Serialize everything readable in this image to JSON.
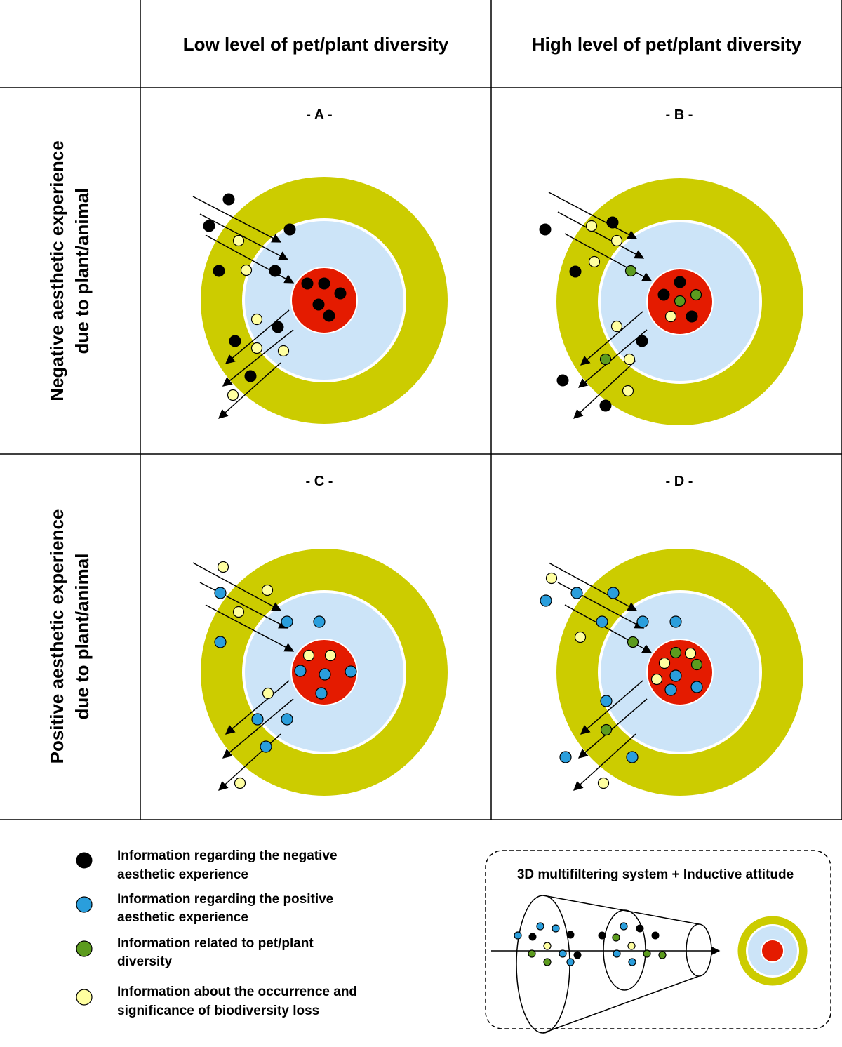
{
  "headers": {
    "col_low": "Low level of pet/plant diversity",
    "col_high": "High level of pet/plant diversity",
    "row_negative_line1": "Negative aesthetic experience",
    "row_negative_line2": "due to plant/animal",
    "row_positive_line1": "Positive aesthetic experience",
    "row_positive_line2": "due to plant/animal"
  },
  "panels": [
    {
      "id": "A",
      "label": "- A -"
    },
    {
      "id": "B",
      "label": "- B -"
    },
    {
      "id": "C",
      "label": "- C -"
    },
    {
      "id": "D",
      "label": "- D -"
    }
  ],
  "legend": [
    {
      "key": "negative",
      "line1": "Information regarding the negative",
      "line2": "aesthetic experience"
    },
    {
      "key": "positive",
      "line1": "Information regarding the positive",
      "line2": "aesthetic experience"
    },
    {
      "key": "diversity",
      "line1": "Information related to pet/plant",
      "line2": "diversity"
    },
    {
      "key": "loss",
      "line1": "Information about the occurrence and",
      "line2": "significance of biodiversity loss"
    }
  ],
  "filter_box": {
    "title": "3D multifiltering system + Inductive attitude"
  },
  "colors": {
    "outer_ring": "#cccc00",
    "middle_ring": "#cce4f8",
    "core": "#e41b00",
    "negative": "#000000",
    "positive": "#2a9edc",
    "diversity": "#5c9b1e",
    "loss": "#ffffa0"
  }
}
